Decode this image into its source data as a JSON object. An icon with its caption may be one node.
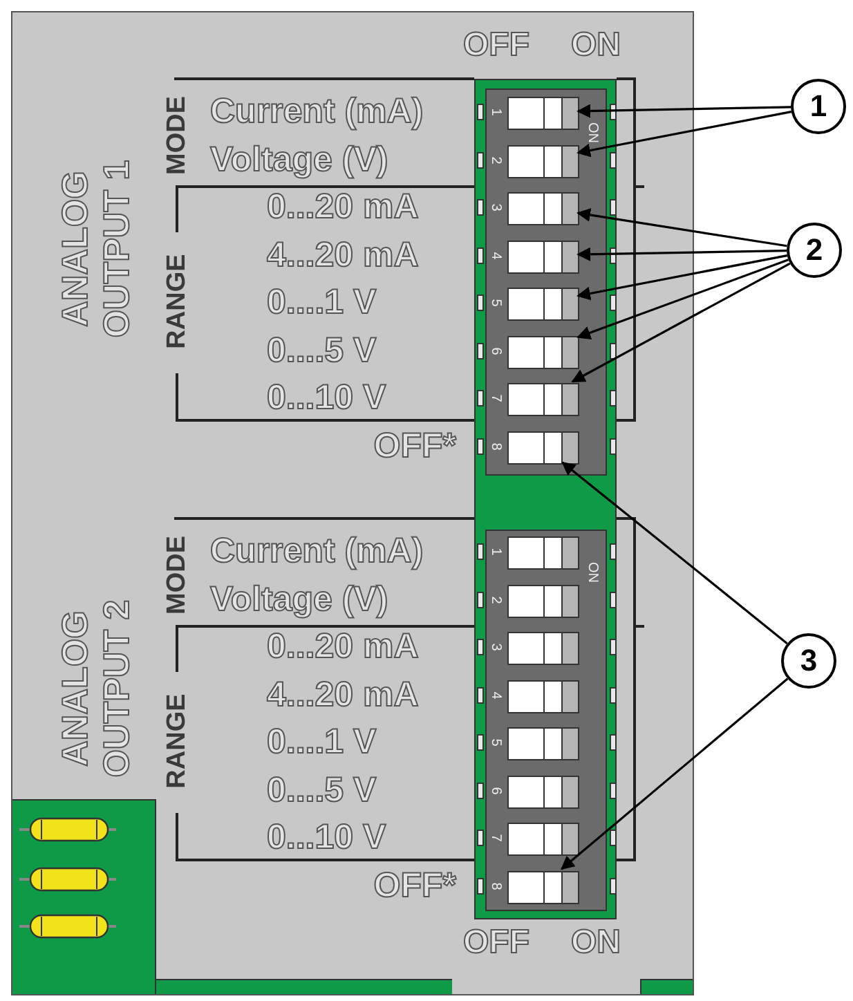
{
  "diagram": {
    "nodes": [
      {
        "text": [
          "1"
        ]
      },
      {
        "text": [
          "2"
        ]
      },
      {
        "text": [
          "3"
        ]
      },
      {
        "text": [],
        "shape": "box"
      },
      {
        "text": [],
        "shape": "box"
      },
      {
        "text": [],
        "shape": "box"
      },
      {
        "text": [],
        "shape": "box"
      },
      {
        "text": [],
        "shape": "box"
      },
      {
        "text": [],
        "shape": "box"
      },
      {
        "text": [],
        "shape": "box"
      },
      {
        "text": [],
        "shape": "box"
      },
      {
        "text": [],
        "shape": "box"
      },
      {
        "text": [],
        "shape": "box"
      },
      {
        "text": [],
        "shape": "box"
      },
      {
        "text": [],
        "shape": "box"
      },
      {
        "text": [],
        "shape": "box"
      },
      {
        "text": [],
        "shape": "box"
      },
      {
        "text": [],
        "shape": "box"
      },
      {
        "text": [],
        "shape": "box"
      }
    ],
    "edges": [
      {
        "from": 0,
        "to": 3,
        "arrow": "to"
      },
      {
        "from": 0,
        "to": 4,
        "arrow": "to"
      },
      {
        "from": 1,
        "to": 5,
        "arrow": "to"
      },
      {
        "from": 1,
        "to": 6,
        "arrow": "to"
      },
      {
        "from": 1,
        "to": 7,
        "arrow": "to"
      },
      {
        "from": 1,
        "to": 8,
        "arrow": "to"
      },
      {
        "from": 1,
        "to": 9,
        "arrow": "to"
      },
      {
        "from": 2,
        "to": 10,
        "arrow": "to"
      },
      {
        "from": 2,
        "to": 18,
        "arrow": "to"
      }
    ],
    "labels": [
      "OFF",
      "ON",
      "ANALOG OUTPUT 1",
      "MODE",
      "Current (mA)",
      "Voltage (V)",
      "RANGE",
      "0...20 mA",
      "4...20 mA",
      "0....1 V",
      "0....5 V",
      "0...10 V",
      "OFF*",
      "1",
      "2",
      "3",
      "4",
      "5",
      "6",
      "7",
      "8",
      "ON",
      "ANALOG OUTPUT 2",
      "MODE",
      "Current (mA)",
      "Voltage (V)",
      "RANGE",
      "0...20 mA",
      "4...20 mA",
      "0....1 V",
      "0....5 V",
      "0...10 V",
      "OFF*",
      "1",
      "2",
      "3",
      "4",
      "5",
      "6",
      "7",
      "8",
      "ON",
      "OFF",
      "ON"
    ]
  }
}
